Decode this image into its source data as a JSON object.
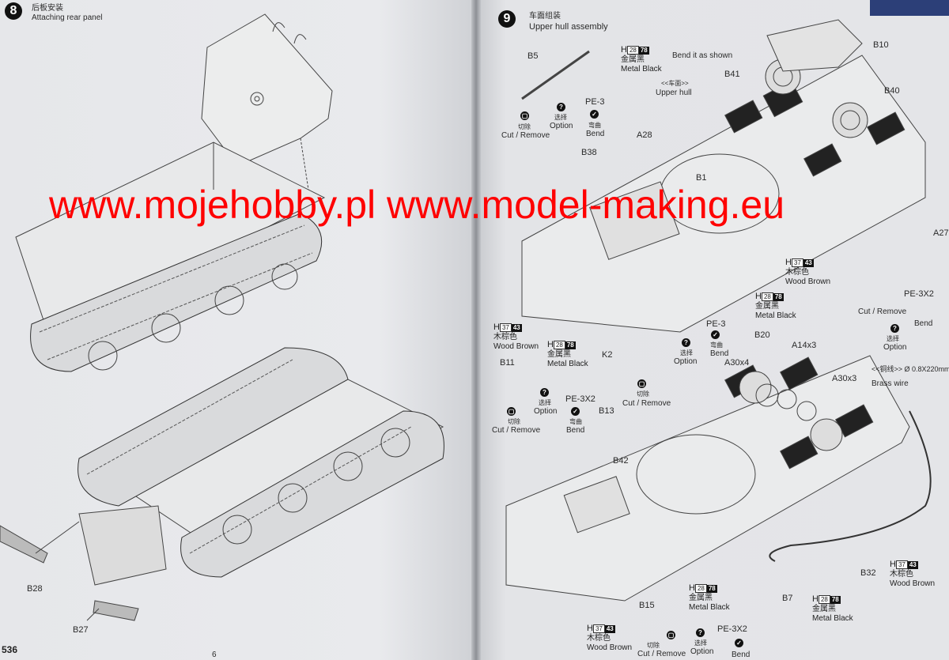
{
  "left": {
    "step_number": "8",
    "title_cn": "后板安装",
    "title_en": "Attaching rear panel",
    "parts": {
      "b28": "B28",
      "b27": "B27"
    },
    "page_number": "536",
    "folio": "6"
  },
  "right": {
    "step_number": "9",
    "title_cn": "车面组装",
    "title_en": "Upper hull assembly",
    "bend_note": "Bend it as shown",
    "upper_hull_cn": "<<车面>>",
    "upper_hull_en": "Upper hull",
    "brass_cn": "<<铜线>> Ø 0.8X220mm",
    "brass_en": "Brass wire",
    "parts": {
      "b5": "B5",
      "b10": "B10",
      "b41": "B41",
      "b40": "B40",
      "a28": "A28",
      "b38": "B38",
      "b1": "B1",
      "a27": "A27",
      "b20": "B20",
      "a14": "A14x3",
      "a30x4": "A30x4",
      "a30x3": "A30x3",
      "b11": "B11",
      "k2": "K2",
      "b13": "B13",
      "b42": "B42",
      "b32": "B32",
      "b7": "B7",
      "b15": "B15",
      "pe3a": "PE-3",
      "pe3b": "PE-3",
      "pe3x2a": "PE-3X2",
      "pe3x2b": "PE-3X2",
      "pe3x2c": "PE-3X2"
    },
    "paints": {
      "metal_black": {
        "code": "H",
        "box1": "28",
        "box2": "78",
        "cn": "金属黑",
        "en": "Metal Black"
      },
      "wood_brown": {
        "code": "H",
        "box1": "37",
        "box2": "43",
        "cn": "木棕色",
        "en": "Wood Brown"
      }
    },
    "symbols": {
      "cut_cn": "切除",
      "cut_en": "Cut / Remove",
      "option_cn": "选择",
      "option_en": "Option",
      "bend_cn": "弯曲",
      "bend_en": "Bend"
    }
  },
  "watermark": "www.mojehobby.pl www.model-making.eu"
}
